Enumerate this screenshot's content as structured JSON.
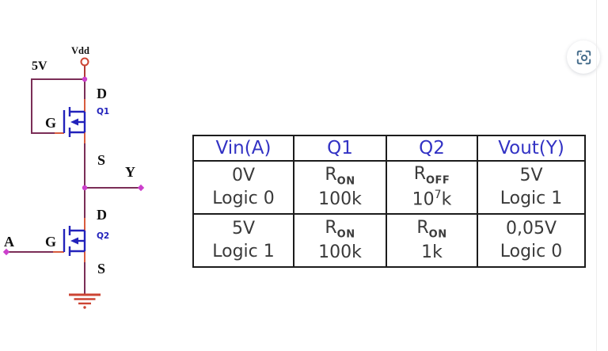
{
  "colors": {
    "wire_purple": "#7b2e57",
    "pin_orange": "#d85c3e",
    "vdd_stub_red": "#b03a35",
    "symbol_blue": "#2222bb",
    "terminal_magenta": "#cc3fcc",
    "ground_red": "#cc4433",
    "table_border": "#1c1c1c",
    "header_blue": "#3232c4",
    "body_text": "#3a3a3a",
    "icon_blue": "#4a708e"
  },
  "icons": {
    "lens_button": "camera-lens-icon"
  },
  "circuit": {
    "vdd_label": "Vdd",
    "supply_label": "5V",
    "q1_name": "Q1",
    "q2_name": "Q2",
    "q1_drain": "D",
    "q1_source": "S",
    "q1_gate": "G",
    "q2_drain": "D",
    "q2_source": "S",
    "q2_gate": "G",
    "input_label": "A",
    "output_label": "Y"
  },
  "table": {
    "headers": [
      "Vin(A)",
      "Q1",
      "Q2",
      "Vout(Y)"
    ],
    "rows": [
      {
        "vin_l1": "0V",
        "vin_l2": "Logic 0",
        "q1_r": "R",
        "q1_state": "ON",
        "q1_val": "100k",
        "q1_val_sup": "",
        "q1_val_tail": "",
        "q2_r": "R",
        "q2_state": "OFF",
        "q2_val": "10",
        "q2_val_sup": "7",
        "q2_val_tail": "k",
        "vout_l1": "5V",
        "vout_l2": "Logic 1"
      },
      {
        "vin_l1": "5V",
        "vin_l2": "Logic 1",
        "q1_r": "R",
        "q1_state": "ON",
        "q1_val": "100k",
        "q1_val_sup": "",
        "q1_val_tail": "",
        "q2_r": "R",
        "q2_state": "ON",
        "q2_val": "1k",
        "q2_val_sup": "",
        "q2_val_tail": "",
        "vout_l1": "0,05V",
        "vout_l2": "Logic 0"
      }
    ]
  }
}
